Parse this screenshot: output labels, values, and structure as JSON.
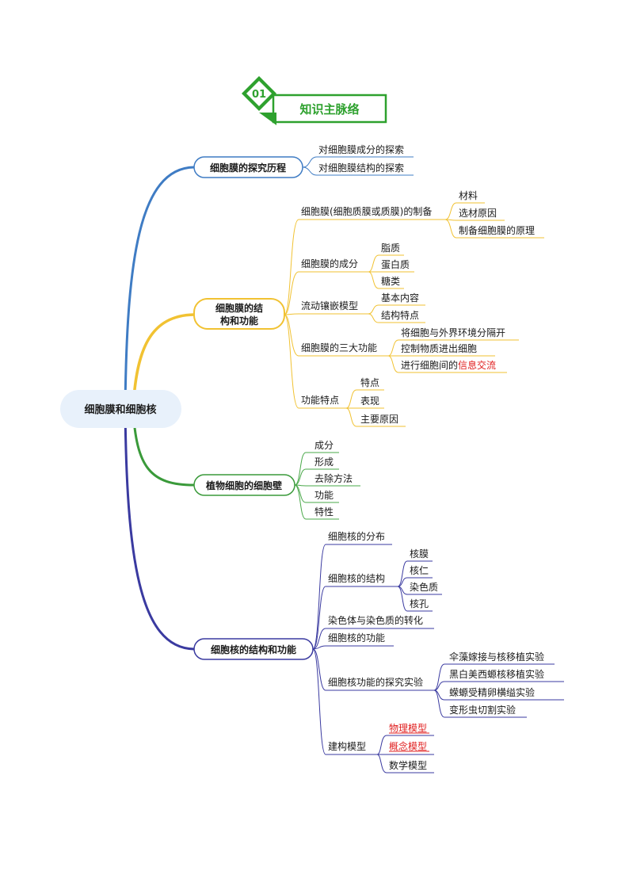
{
  "section": {
    "number": "01",
    "title": "知识主脉络"
  },
  "colors": {
    "green": "#2ea12e",
    "blue": "#3f7cc4",
    "yellow": "#f1c232",
    "lightgreen": "#4aa84a",
    "indigo": "#3a3aa0",
    "red": "#e02020",
    "root_fill": "#e8f1fb"
  },
  "root": {
    "label": "细胞膜和细胞核"
  },
  "b1": {
    "label": "细胞膜的探究历程",
    "items": [
      "对细胞膜成分的探索",
      "对细胞膜结构的探索"
    ]
  },
  "b2": {
    "label_line1": "细胞膜的结",
    "label_line2": "构和功能",
    "zhibei": {
      "label": "细胞膜(细胞质膜或质膜)的制备",
      "items": [
        "材料",
        "选材原因",
        "制备细胞膜的原理"
      ]
    },
    "chengfen": {
      "label": "细胞膜的成分",
      "items": [
        "脂质",
        "蛋白质",
        "糖类"
      ]
    },
    "liudong": {
      "label": "流动镶嵌模型",
      "items": [
        "基本内容",
        "结构特点"
      ]
    },
    "gongneng": {
      "label": "细胞膜的三大功能",
      "items": [
        "将细胞与外界环境分隔开",
        "控制物质进出细胞"
      ],
      "item3_prefix": "进行细胞间的",
      "item3_highlight": "信息交流"
    },
    "tedian": {
      "label": "功能特点",
      "items": [
        "特点",
        "表现",
        "主要原因"
      ]
    }
  },
  "b3": {
    "label": "植物细胞的细胞壁",
    "items": [
      "成分",
      "形成",
      "去除方法",
      "功能",
      "特性"
    ]
  },
  "b4": {
    "label": "细胞核的结构和功能",
    "fenbu": "细胞核的分布",
    "jiegou": {
      "label": "细胞核的结构",
      "items": [
        "核膜",
        "核仁",
        "染色质",
        "核孔"
      ]
    },
    "zhuanhua": "染色体与染色质的转化",
    "gongneng": "细胞核的功能",
    "shiyan": {
      "label": "细胞核功能的探究实验",
      "items": [
        "伞藻嫁接与核移植实验",
        "黑白美西螈核移植实验",
        "蝾螈受精卵横缢实验",
        "变形虫切割实验"
      ]
    },
    "moxing": {
      "label": "建构模型",
      "items": [
        "物理模型",
        "概念模型",
        "数学模型"
      ]
    }
  }
}
